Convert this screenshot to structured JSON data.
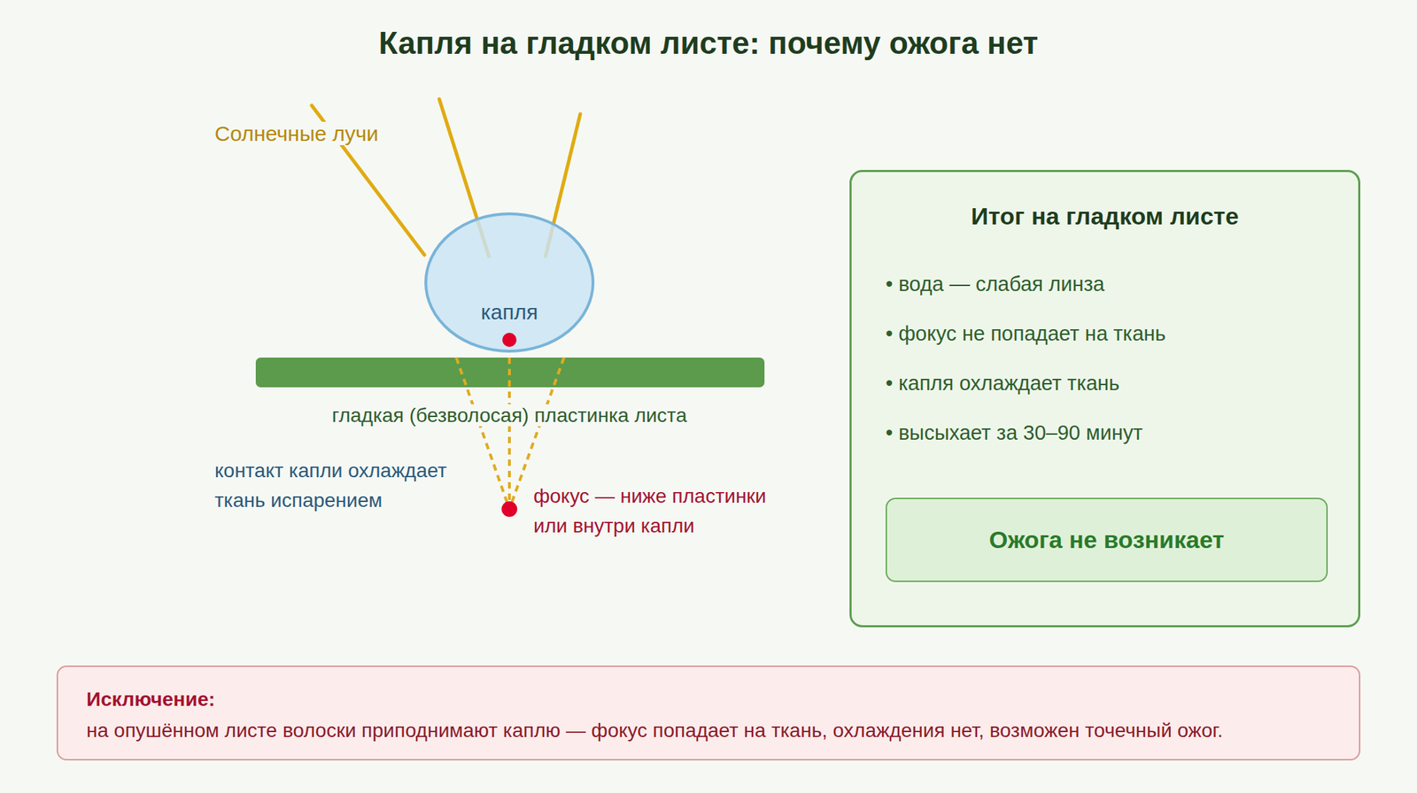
{
  "diagram": {
    "title": "Капля на гладком листе: почему ожога нет",
    "nodes": [
      {
        "text": [
          "капля"
        ]
      },
      {
        "text": [
          "Итог на гладком листе",
          "• вода — слабая линза",
          "• фокус не попадает на ткань",
          "• капля охлаждает ткань",
          "• высыхает за 30–90 минут"
        ]
      },
      {
        "text": [
          "Ожога не возникает"
        ],
        "in": 1
      },
      {
        "text": [
          "Исключение:",
          "на опушённом листе волоски приподнимают каплю — фокус попадает на ткань, охлаждения нет, возможен точечный ожог."
        ]
      }
    ],
    "labels": [
      "Солнечные лучи",
      "гладкая (безволосая) пластинка листа",
      "контакт капли охлаждает ткань испарением",
      "фокус — ниже пластинки или внутри капли"
    ]
  }
}
